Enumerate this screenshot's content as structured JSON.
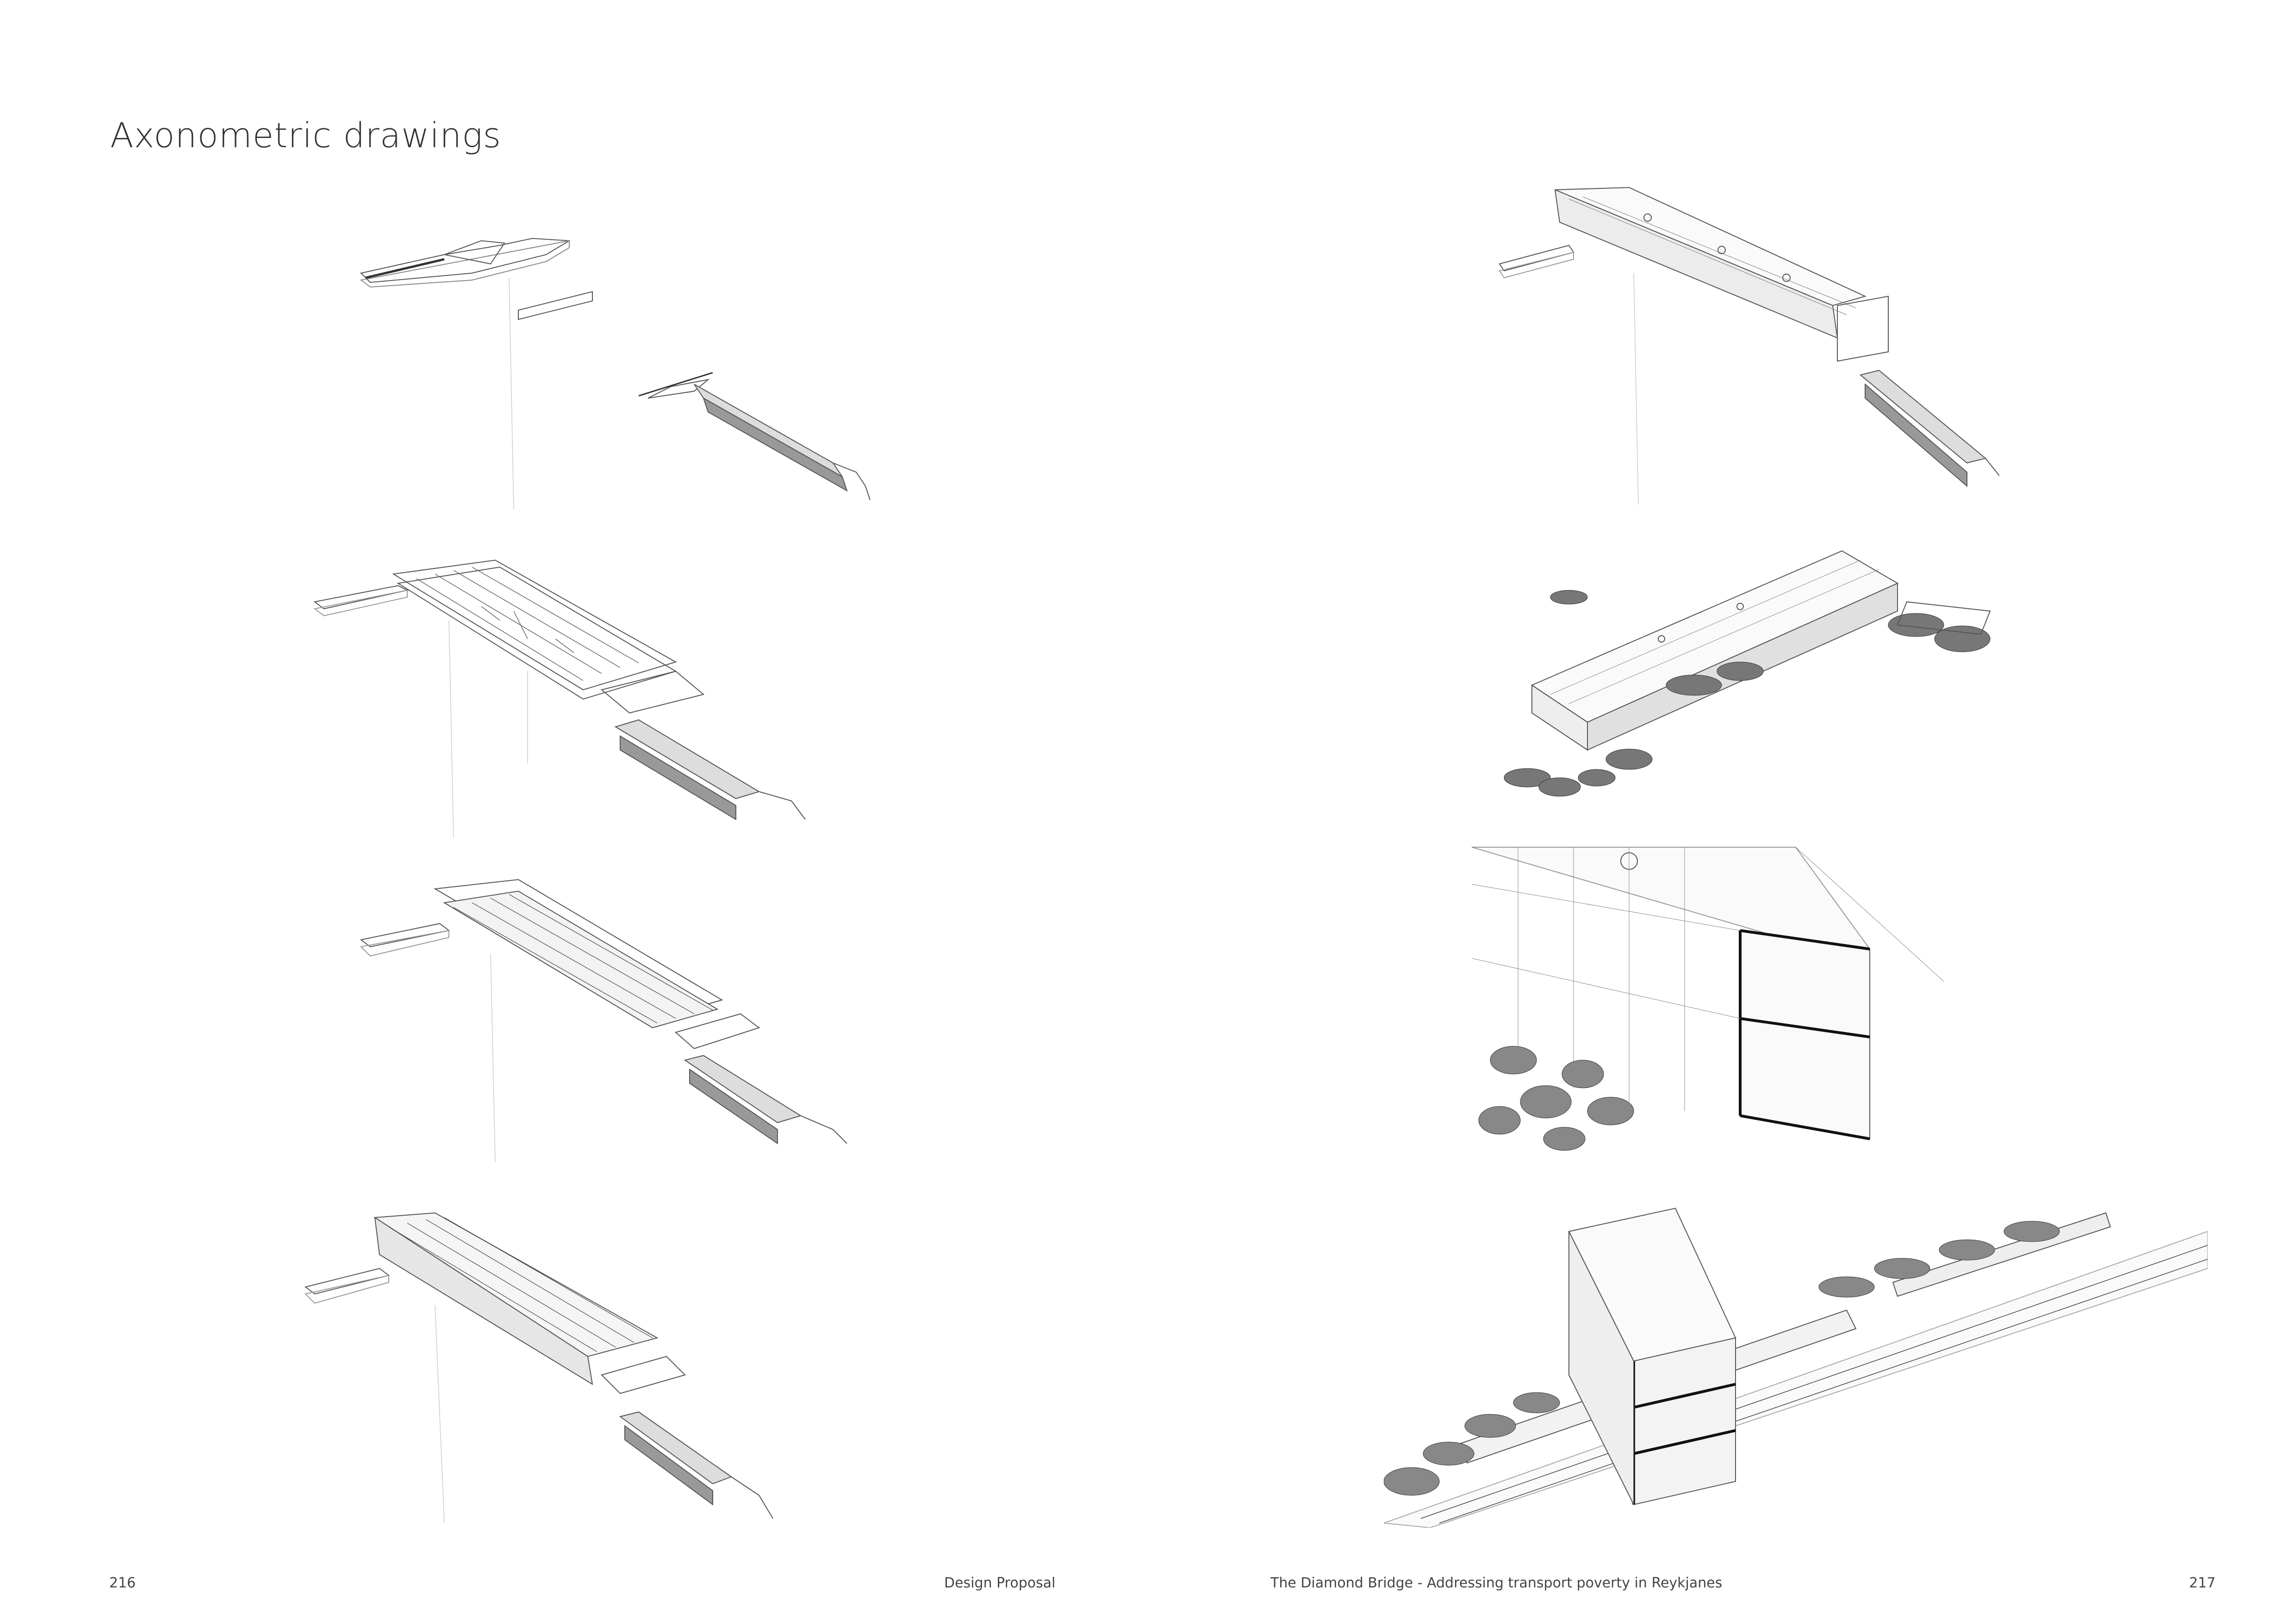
{
  "header": {
    "title": "Axonometric drawings"
  },
  "footer": {
    "page_left": "216",
    "section": "Design Proposal",
    "book_title": "The Diamond Bridge - Addressing transport poverty in Reykjanes",
    "page_right": "217"
  },
  "colors": {
    "line": "#555555",
    "light_line": "#bbbbbb",
    "fill_dark": "#111111",
    "boulder": "#777777"
  }
}
